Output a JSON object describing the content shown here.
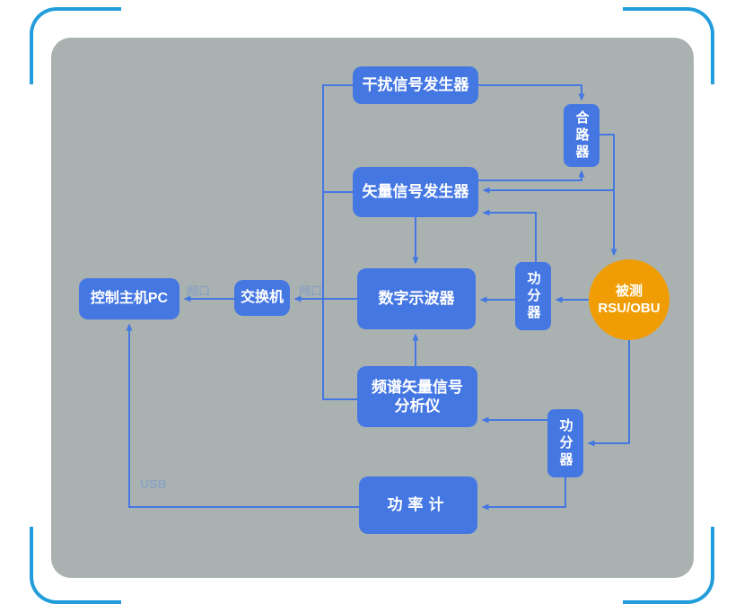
{
  "diagram": {
    "nodes": {
      "interference_generator": {
        "label": "干扰信号发生器"
      },
      "combiner": {
        "label": "合路器"
      },
      "vector_generator": {
        "label": "矢量信号发生器"
      },
      "oscilloscope": {
        "label": "数字示波器"
      },
      "power_divider_top": {
        "label": "功分器"
      },
      "analyzer": {
        "line1": "频谱矢量信号",
        "line2": "分析仪"
      },
      "power_meter": {
        "label": "功率计"
      },
      "power_divider_bottom": {
        "label": "功分器"
      },
      "control_pc": {
        "label": "控制主机PC"
      },
      "switch": {
        "label": "交换机"
      },
      "dut": {
        "line1": "被测",
        "line2": "RSU/OBU"
      }
    },
    "edge_labels": {
      "lan_pc_switch": "网口",
      "lan_switch_bus": "网口",
      "usb": "USB"
    },
    "colors": {
      "box_blue": "#4577e3",
      "line_blue": "#4577e3",
      "dut_orange": "#f09d05",
      "panel_gray": "#a9b2b1",
      "bracket_blue": "#229ddb",
      "edge_label_gray": "#8da4c0"
    }
  }
}
